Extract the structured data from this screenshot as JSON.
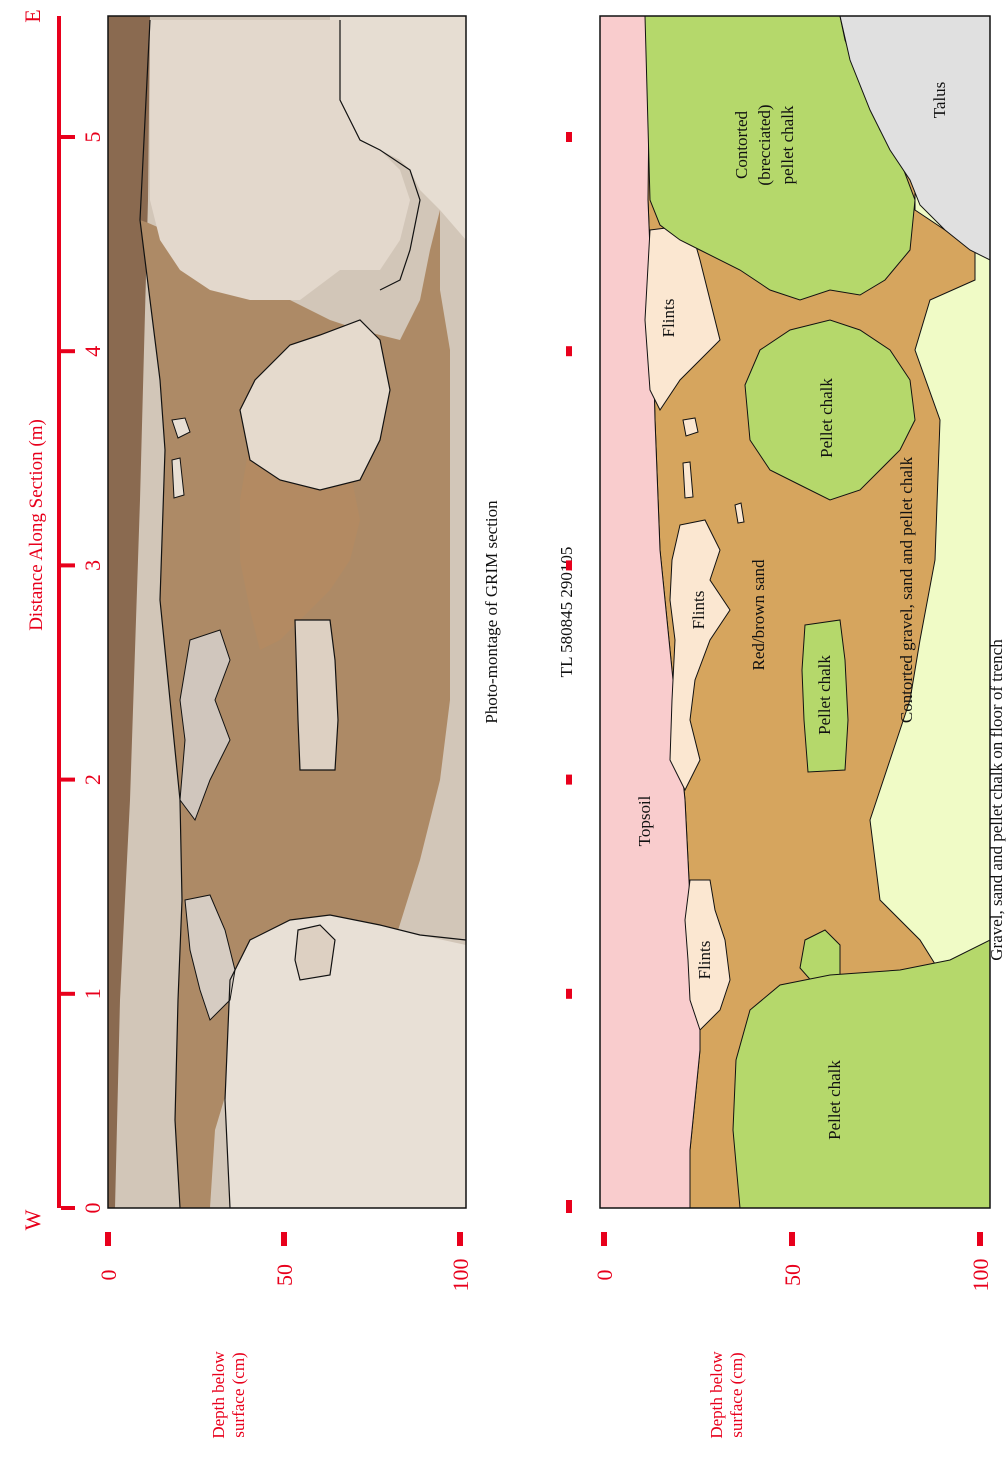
{
  "figure": {
    "direction_west": "W",
    "direction_east": "E",
    "distance_axis_title": "Distance Along Section (m)",
    "distance_ticks": [
      "0",
      "1",
      "2",
      "3",
      "4",
      "5"
    ],
    "depth_axis_title_line1": "Depth below",
    "depth_axis_title_line2": "surface (cm)",
    "depth_ticks": [
      "0",
      "50",
      "100"
    ],
    "photo_caption": "Photo-montage of GRIM section",
    "grid_reference": "TL 580845 290105",
    "floor_caption": "Gravel, sand and pellet chalk on floor of trench"
  },
  "units": {
    "topsoil": "Topsoil",
    "flints_1": "Flints",
    "flints_2": "Flints",
    "flints_3": "Flints",
    "red_brown_sand": "Red/brown sand",
    "pellet_chalk_west": "Pellet chalk",
    "pellet_chalk_lens": "Pellet chalk",
    "pellet_chalk_east": "Pellet chalk",
    "contorted_gravel": "Contorted gravel, sand and pellet chalk",
    "brecciated_line1": "Contorted",
    "brecciated_line2": "(brecciated)",
    "brecciated_line3": "pellet chalk",
    "talus": "Talus"
  },
  "colors": {
    "axis_red": "#e8001c",
    "topsoil": "#f9cccd",
    "flints": "#fbe7d1",
    "red_brown_sand": "#d6a55e",
    "pellet_chalk": "#b5d86b",
    "contorted_gravel": "#f0fbc6",
    "talus": "#e0e0e0",
    "photo_soil": "#9b7a5c",
    "photo_sand": "#b08760",
    "photo_chalk": "#e2d6c8"
  }
}
